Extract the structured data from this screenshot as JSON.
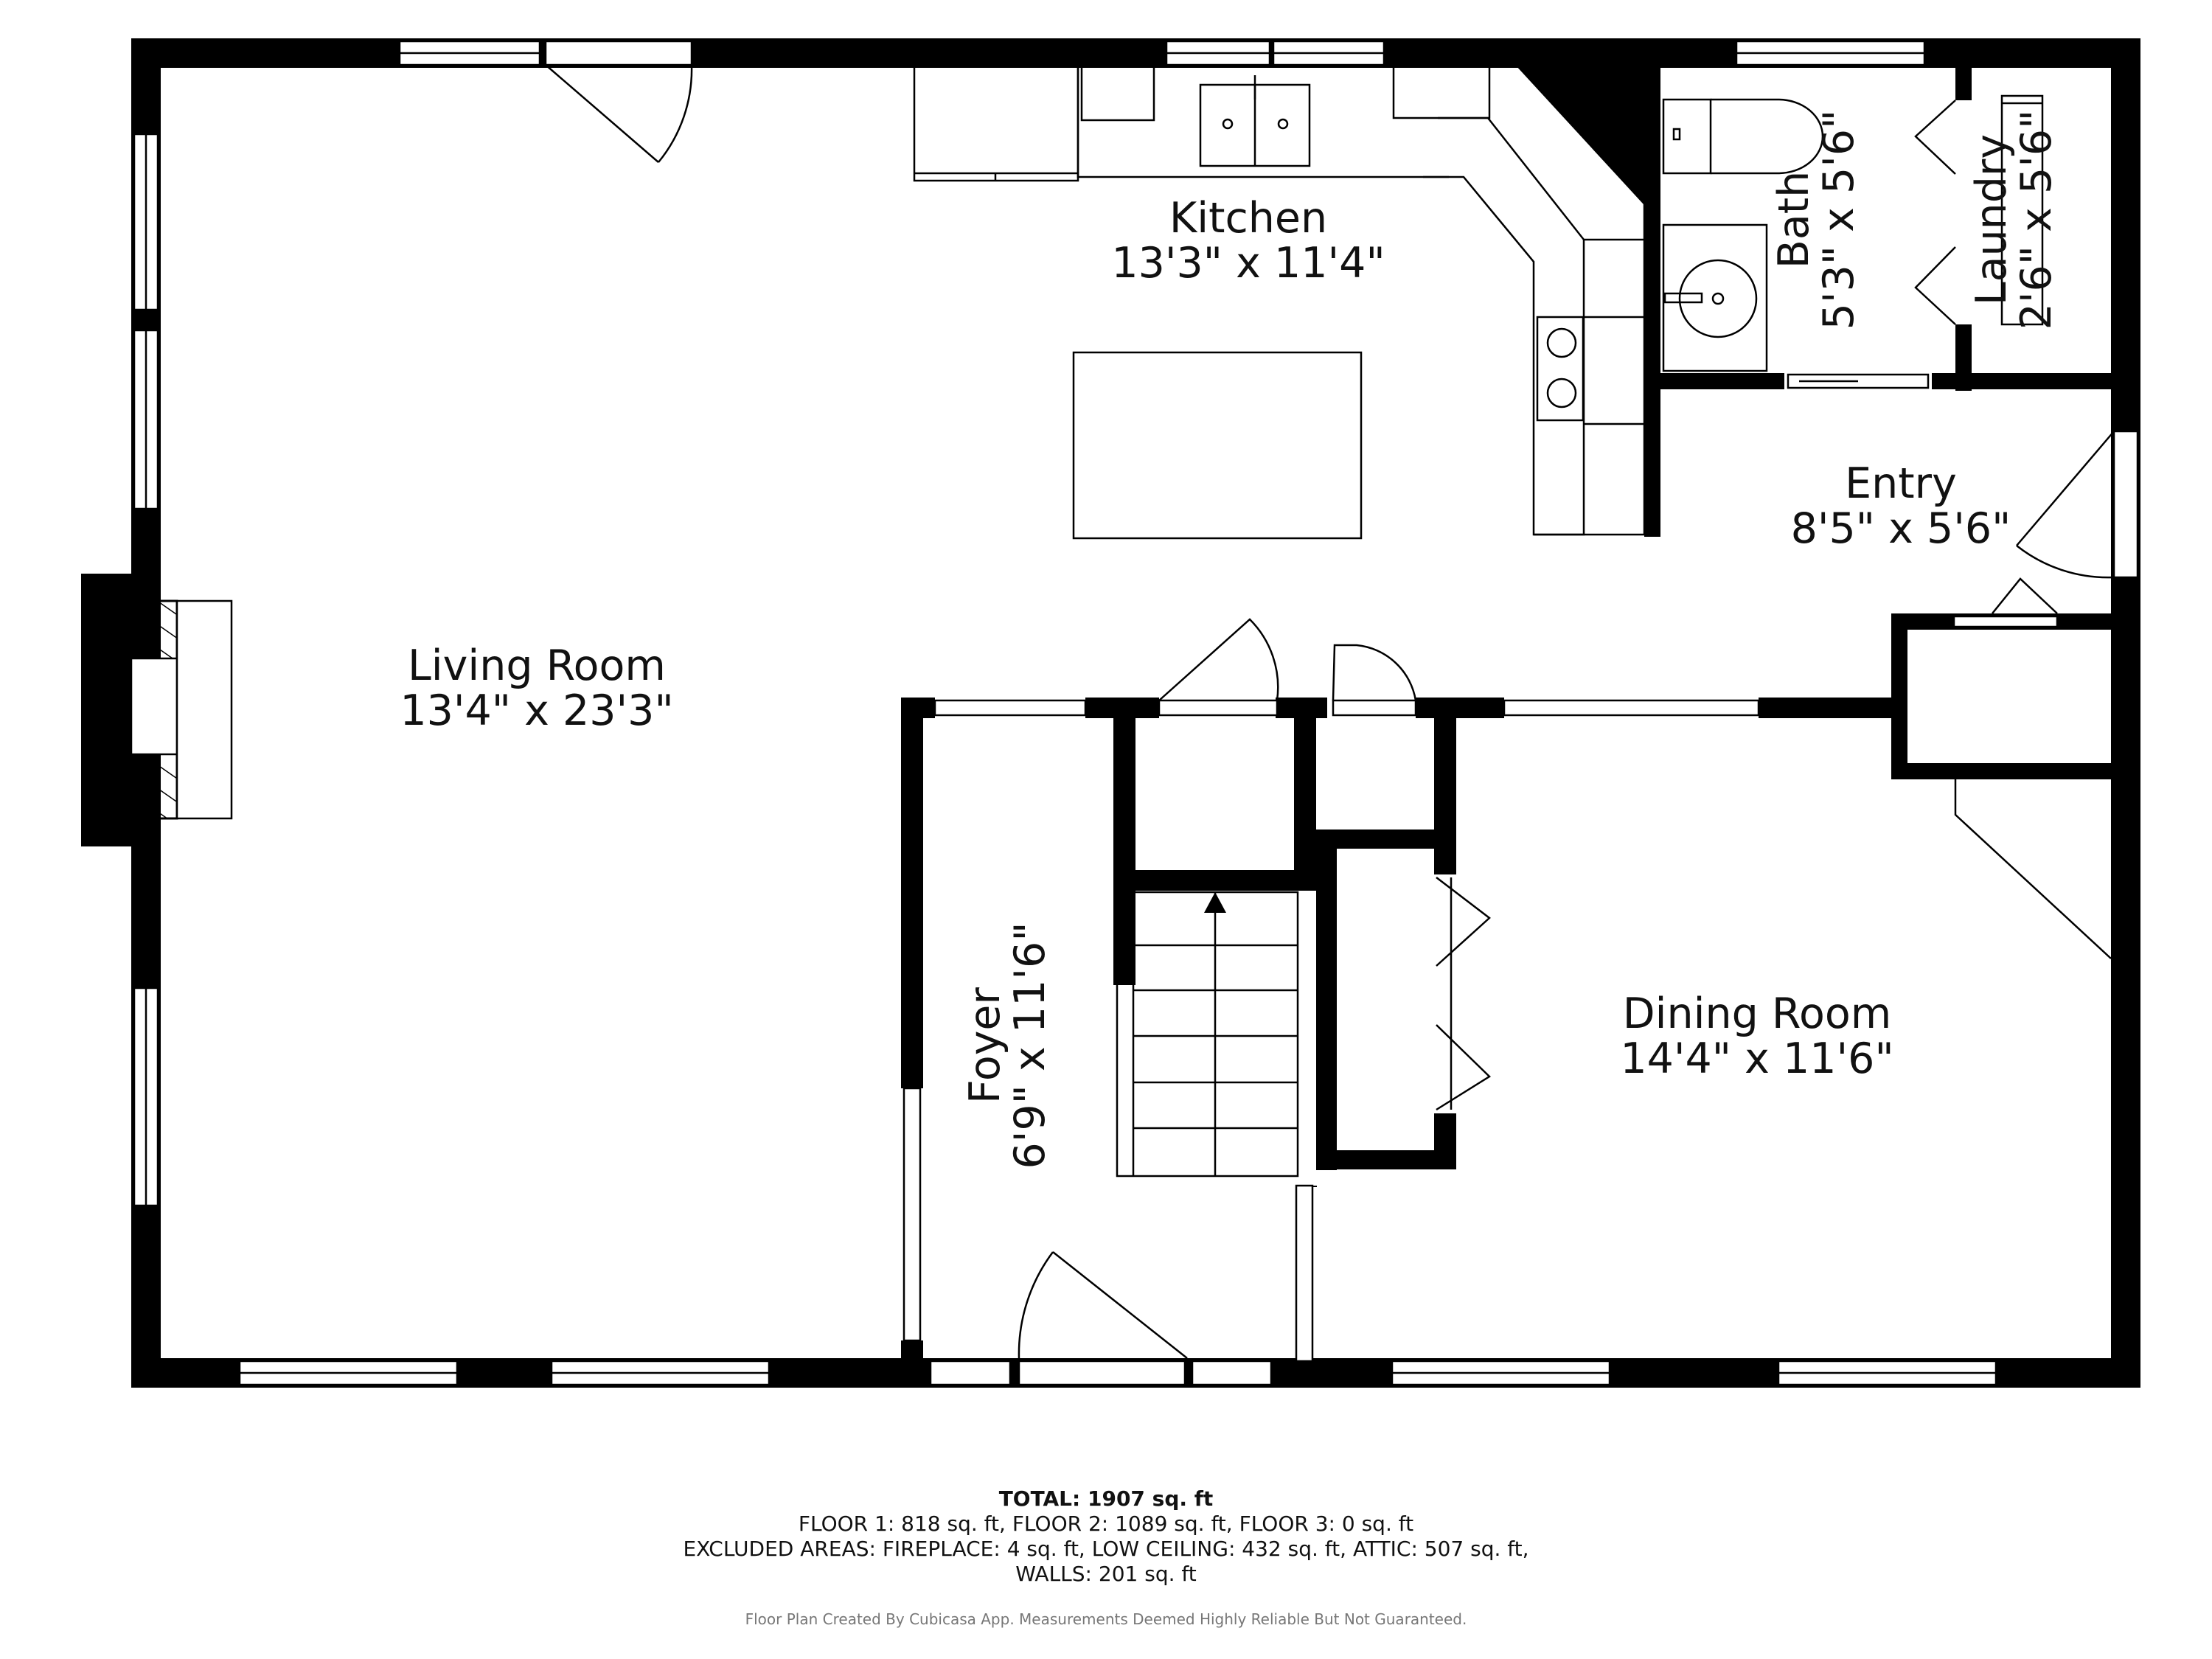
{
  "rooms": {
    "living": {
      "name": "Living Room",
      "dims": "13'4\" x 23'3\""
    },
    "kitchen": {
      "name": "Kitchen",
      "dims": "13'3\" x 11'4\""
    },
    "bath": {
      "name": "Bath",
      "dims": "5'3\" x 5'6\""
    },
    "laundry": {
      "name": "Laundry",
      "dims": "2'6\" x 5'6\""
    },
    "entry": {
      "name": "Entry",
      "dims": "8'5\" x 5'6\""
    },
    "foyer": {
      "name": "Foyer",
      "dims": "6'9\" x 11'6\""
    },
    "dining": {
      "name": "Dining Room",
      "dims": "14'4\" x 11'6\""
    }
  },
  "summary": {
    "total": "TOTAL: 1907 sq. ft",
    "floors": "FLOOR 1: 818 sq. ft, FLOOR 2: 1089 sq. ft, FLOOR 3: 0 sq. ft",
    "excluded": "EXCLUDED AREAS: FIREPLACE: 4 sq. ft, LOW CEILING: 432 sq. ft, ATTIC: 507 sq. ft,",
    "walls": "WALLS: 201 sq. ft",
    "disclaimer": "Floor Plan Created By Cubicasa App. Measurements Deemed Highly Reliable But Not Guaranteed."
  }
}
